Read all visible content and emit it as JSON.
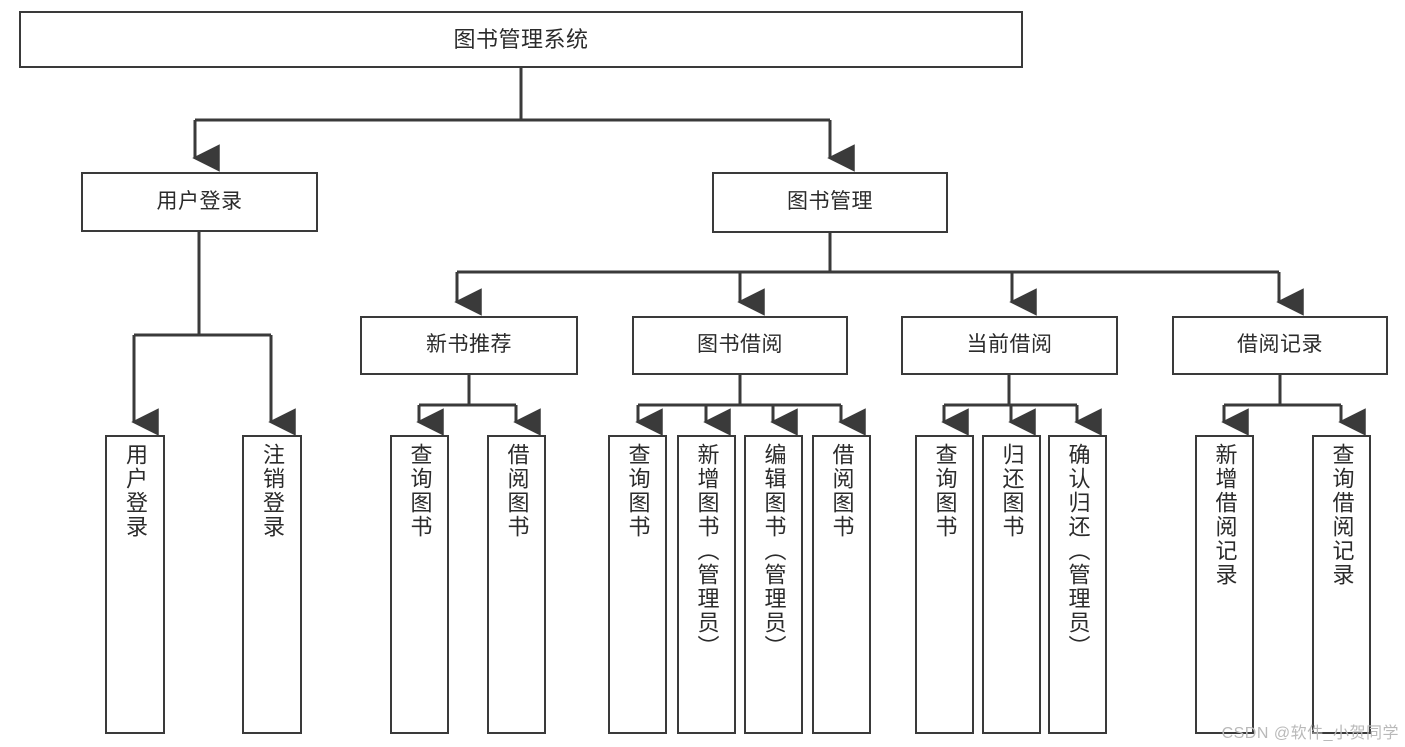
{
  "diagram": {
    "title": "图书管理系统",
    "watermark": "CSDN @软件_小贺同学",
    "colors": {
      "stroke": "#3a3a3a",
      "fill": "#ffffff",
      "text": "#2b2b2b",
      "watermark": "#b9b9b9"
    },
    "nodes": {
      "root": {
        "label": "图书管理系统"
      },
      "level1": [
        {
          "id": "user-login",
          "label": "用户登录"
        },
        {
          "id": "book-management",
          "label": "图书管理"
        }
      ],
      "level2": [
        {
          "id": "new-book-recommend",
          "label": "新书推荐"
        },
        {
          "id": "book-borrow",
          "label": "图书借阅"
        },
        {
          "id": "current-borrow",
          "label": "当前借阅"
        },
        {
          "id": "borrow-record",
          "label": "借阅记录"
        }
      ],
      "leaves": {
        "user_login": [
          {
            "id": "leaf-user-login",
            "label": "用户登录"
          },
          {
            "id": "leaf-logout-login",
            "label": "注销登录"
          }
        ],
        "new_book_recommend": [
          {
            "id": "leaf-query-book-1",
            "label": "查询图书"
          },
          {
            "id": "leaf-borrow-book-1",
            "label": "借阅图书"
          }
        ],
        "book_borrow": [
          {
            "id": "leaf-query-book-2",
            "label": "查询图书"
          },
          {
            "id": "leaf-add-book",
            "label": "新增图书（管理员）"
          },
          {
            "id": "leaf-edit-book",
            "label": "编辑图书（管理员）"
          },
          {
            "id": "leaf-borrow-book-2",
            "label": "借阅图书"
          }
        ],
        "current_borrow": [
          {
            "id": "leaf-query-book-3",
            "label": "查询图书"
          },
          {
            "id": "leaf-return-book",
            "label": "归还图书"
          },
          {
            "id": "leaf-confirm-return",
            "label": "确认归还（管理员）"
          }
        ],
        "borrow_record": [
          {
            "id": "leaf-add-record",
            "label": "新增借阅记录"
          },
          {
            "id": "leaf-query-record",
            "label": "查询借阅记录"
          }
        ]
      }
    }
  }
}
